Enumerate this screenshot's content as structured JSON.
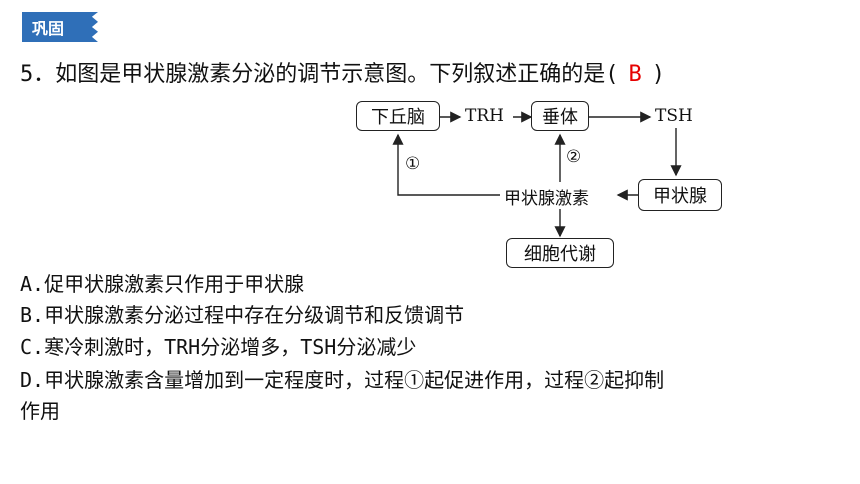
{
  "tag": "巩固",
  "question": {
    "prefix": "5．如图是甲状腺激素分泌的调节示意图。下列叙述正确的是(",
    "answer": "B",
    "suffix": ")"
  },
  "diagram": {
    "hypothalamus": "下丘脑",
    "trh": "TRH",
    "pituitary": "垂体",
    "tsh": "TSH",
    "thyroid": "甲状腺",
    "hormone": "甲状腺激素",
    "metabolism": "细胞代谢",
    "process1": "①",
    "process2": "②"
  },
  "options": [
    "A.促甲状腺激素只作用于甲状腺",
    "B.甲状腺激素分泌过程中存在分级调节和反馈调节",
    "C.寒冷刺激时，TRH分泌增多，TSH分泌减少",
    "D.甲状腺激素含量增加到一定程度时，过程①起促进作用，过程②起抑制",
    "作用"
  ]
}
